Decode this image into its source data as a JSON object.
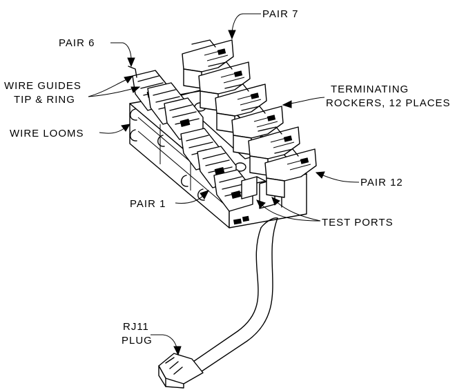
{
  "labels": {
    "pair_7": "PAIR 7",
    "pair_6": "PAIR 6",
    "wire_guides_line1": "WIRE GUIDES",
    "wire_guides_line2": "TIP & RING",
    "terminating_line1": "TERMINATING",
    "terminating_line2": "ROCKERS, 12 PLACES",
    "wire_looms": "WIRE LOOMS",
    "pair_12": "PAIR 12",
    "pair_1": "PAIR 1",
    "test_ports": "TEST PORTS",
    "rj11_line1": "RJ11",
    "rj11_line2": "PLUG"
  },
  "diagram": {
    "rocker_count": 12,
    "colors": {
      "line": "#000000",
      "background": "#ffffff"
    }
  }
}
